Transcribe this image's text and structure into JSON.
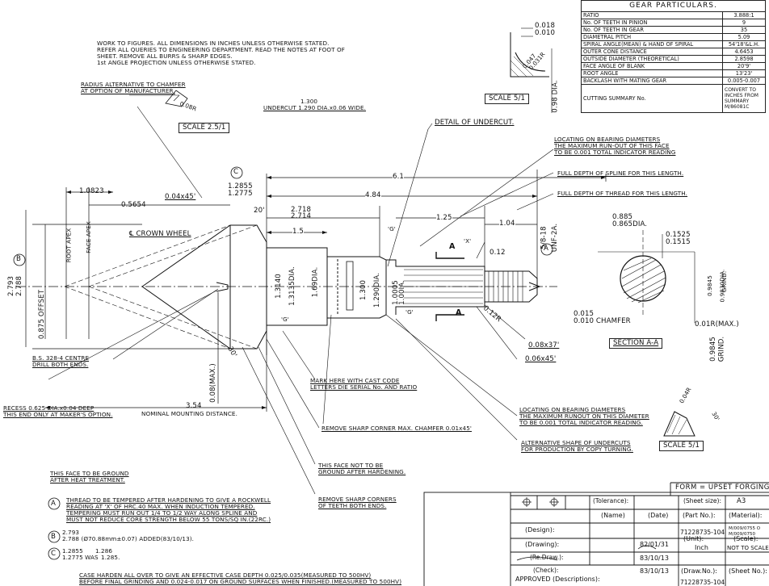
{
  "notes": {
    "general": [
      "WORK TO FIGURES. ALL DIMENSIONS IN INCHES UNLESS OTHERWISE STATED.",
      "REFER ALL QUERIES TO ENGINEERING DEPARTMENT. READ THE NOTES AT FOOT OF",
      "SHEET. REMOVE ALL BURRS & SHARP EDGES.",
      "1st ANGLE PROJECTION UNLESS OTHERWISE STATED."
    ],
    "radius_alt": [
      "RADIUS ALTERNATIVE TO CHAMFER",
      "AT OPTION OF MANUFACTURER."
    ],
    "scale_25": "SCALE 2.5/1",
    "scale_5": "SCALE 5/1",
    "scale_5b": "SCALE 5/1",
    "undercut": [
      "1.300",
      "UNDERCUT 1.290 DIA.x0.06 WIDE."
    ],
    "detail_undercut": "DETAIL OF UNDERCUT.",
    "locating_top": [
      "LOCATING ON BEARING DIAMETERS",
      "THE MAXIMUM RUN-OUT OF THIS FACE",
      "TO BE 0.001 TOTAL INDICATOR READING"
    ],
    "full_spline": "FULL DEPTH OF SPLINE FOR THIS LENGTH.",
    "full_thread": "FULL DEPTH OF THREAD FOR THIS LENGTH.",
    "crown_wheel": "℄ CROWN WHEEL",
    "root_apex": "ROOT APEX",
    "face_apex": "FACE APEX",
    "offset": "0.875 OFFSET",
    "centre_drill": [
      "B.S. 328-4 CENTRE",
      "DRILL BOTH ENDS."
    ],
    "recess": [
      "RECESS 0.625 DIA.x0.04 DEEP",
      "THIS END ONLY AT MAKER'S OPTION."
    ],
    "mounting": "NOMINAL MOUNTING DISTANCE.",
    "mark_here": [
      "MARK HERE WITH CAST CODE",
      "LETTERS DIE SERIAL No. AND RATIO"
    ],
    "remove_sharp": "REMOVE SHARP CORNER MAX. CHAMFER 0.01x45'",
    "locating_bottom": [
      "LOCATING ON BEARING DIAMETERS",
      "THE MAXIMUM RUNOUT ON THIS DIAMETER",
      "TO BE 0.001 TOTAL INDICATOR READING."
    ],
    "alt_shape": [
      "ALTERNATIVE SHAPE OF UNDERCUTS",
      "FOR PRODUCTION BY COPY TURNING."
    ],
    "ground": [
      "THIS FACE TO BE GROUND",
      "AFTER HEAT TREATMENT."
    ],
    "not_ground": [
      "THIS FACE NOT TO BE",
      "GROUND AFTER HARDENING."
    ],
    "remove_corners": [
      "REMOVE SHARP CORNERS",
      "OF TEETH BOTH ENDS."
    ],
    "note_a": [
      "THREAD TO BE TEMPERED AFTER HARDENING TO GIVE A ROCKWELL",
      "READING AT 'X' OF HRC.40 MAX. WHEN INDUCTION TEMPERED.",
      "TEMPERING MUST RUN OUT 1/4 TO 1/2 WAY ALONG SPLINE AND",
      "MUST NOT REDUCE CORE STRENGTH BELOW 55 TONS/SQ IN.(22RC.)"
    ],
    "note_b": [
      "2.793",
      "2.788 (Ø70.88mm±0.07) ADDED(83/10/13)."
    ],
    "note_c": [
      "1.2855",
      "1.2775 WAS",
      "1.286",
      "1.285."
    ],
    "case_harden": [
      "CASE HARDEN ALL OVER TO GIVE AN EFFECTIVE CASE DEPTH 0.025/0.035(MEASURED TO 500HV)",
      "BEFORE FINAL GRINDING AND 0.024-0.017 ON GROUND SURFACES WHEN FINISHED.(MEASURED TO 500HV)"
    ],
    "section": "SECTION A-A",
    "chamfer": [
      "0.015",
      "0.010 CHAMFER"
    ],
    "max_r": "0.01R(MAX.)"
  },
  "dims": {
    "d1": "1.0823",
    "d2": "0.5654",
    "d3": "0.04x45'",
    "d4": "1.2855",
    "d5": "1.2775",
    "d6": "6.1",
    "d7": "4.84",
    "d8": "20'",
    "d9": "2.718",
    "d10": "2.714",
    "d11": "1.5",
    "d12": "1.25",
    "d13": "1.04",
    "d14": "'G'",
    "d15": "'X'",
    "d16": "0.12",
    "d17": "A",
    "d18": "A",
    "d19": "5/8-18",
    "d20": "UNF-2A.",
    "d21": "1.3140",
    "d22": "1.3135DIA.",
    "d23": "1.69DIA.",
    "d24": "1.300",
    "d25": "1.290DIA.",
    "d26": "1.0005",
    "d27": "1.00IA.",
    "d28": "'G'",
    "d29": "'G'",
    "d30": "0.12R",
    "d31": "0.08x37'",
    "d32": "0.06x45'",
    "d33": "30'",
    "d34": "0.08(MAX.)",
    "d35": "3.54",
    "d36": "2.793",
    "d37": "2.788",
    "d38": "0.885",
    "d39": "0.865DIA.",
    "d40": "0.1525",
    "d41": "0.1515",
    "d42": "0.9845",
    "d43": "0.9830DIA.",
    "d44": "GRIND.",
    "d45": "0.9845",
    "d46": "GRIND.",
    "d47": "0.018",
    "d48": "0.010",
    "d49": "0.047",
    "d50": "0.031R",
    "d51": "0.98 DIA.",
    "d52": "0.08R",
    "d53": "0.04R",
    "d54": "30'",
    "lab_a": "A",
    "lab_b": "B",
    "lab_c": "C"
  },
  "gear": {
    "title": "GEAR PARTICULARS.",
    "rows": [
      [
        "RATIO",
        "3.888:1"
      ],
      [
        "No. OF TEETH IN PINION",
        "9"
      ],
      [
        "No. OF TEETH IN GEAR",
        "35"
      ],
      [
        "DIAMETRAL PITCH",
        "5.09"
      ],
      [
        "SPIRAL ANGLE(MEAN) & HAND OF SPIRAL",
        "54'18'&L.H."
      ],
      [
        "OUTER CONE DISTANCE",
        "4.6453"
      ],
      [
        "OUTSIDE DIAMETER (THEORETICAL)",
        "2.8598"
      ],
      [
        "FACE ANGLE OF BLANK",
        "20'9'"
      ],
      [
        "ROOT ANGLE",
        "13'23'"
      ],
      [
        "BACKLASH WITH MATING GEAR",
        "0.005-0.007"
      ]
    ],
    "cutting_label": "CUTTING SUMMARY No.",
    "cutting_value": [
      "CONVERT TO",
      "INCHES FROM",
      "SUMMARY",
      "M/86081C"
    ]
  },
  "title_block": {
    "form": "FORM = UPSET FORGING",
    "tolerance": "(Tolerance):",
    "sheet_size": "(Sheet size):",
    "sheet_size_val": "A3",
    "name": "(Name)",
    "date": "(Date)",
    "part_no": "(Part No.):",
    "material": "(Material):",
    "material_val": [
      "M/009/0755 O",
      "M/009/0750"
    ],
    "part_no_val": "71228735-104",
    "design": "(Design):",
    "drawing": "(Drawing):",
    "drawing_date": "82/01/31",
    "redraw": "(Re.Draw.):",
    "redraw_date": "83/10/13",
    "unit": "(Unit):",
    "unit_val": "Inch",
    "scale": "(Scale):",
    "scale_val": "NOT TO SCALE",
    "check": "(Check):",
    "check_date": "83/10/13",
    "drawno": "(Draw.No.):",
    "drawno_val": "71228735-104",
    "sheetno": "(Sheet No.):",
    "approved": "APPROVED",
    "descriptions": "(Descriptions):"
  }
}
